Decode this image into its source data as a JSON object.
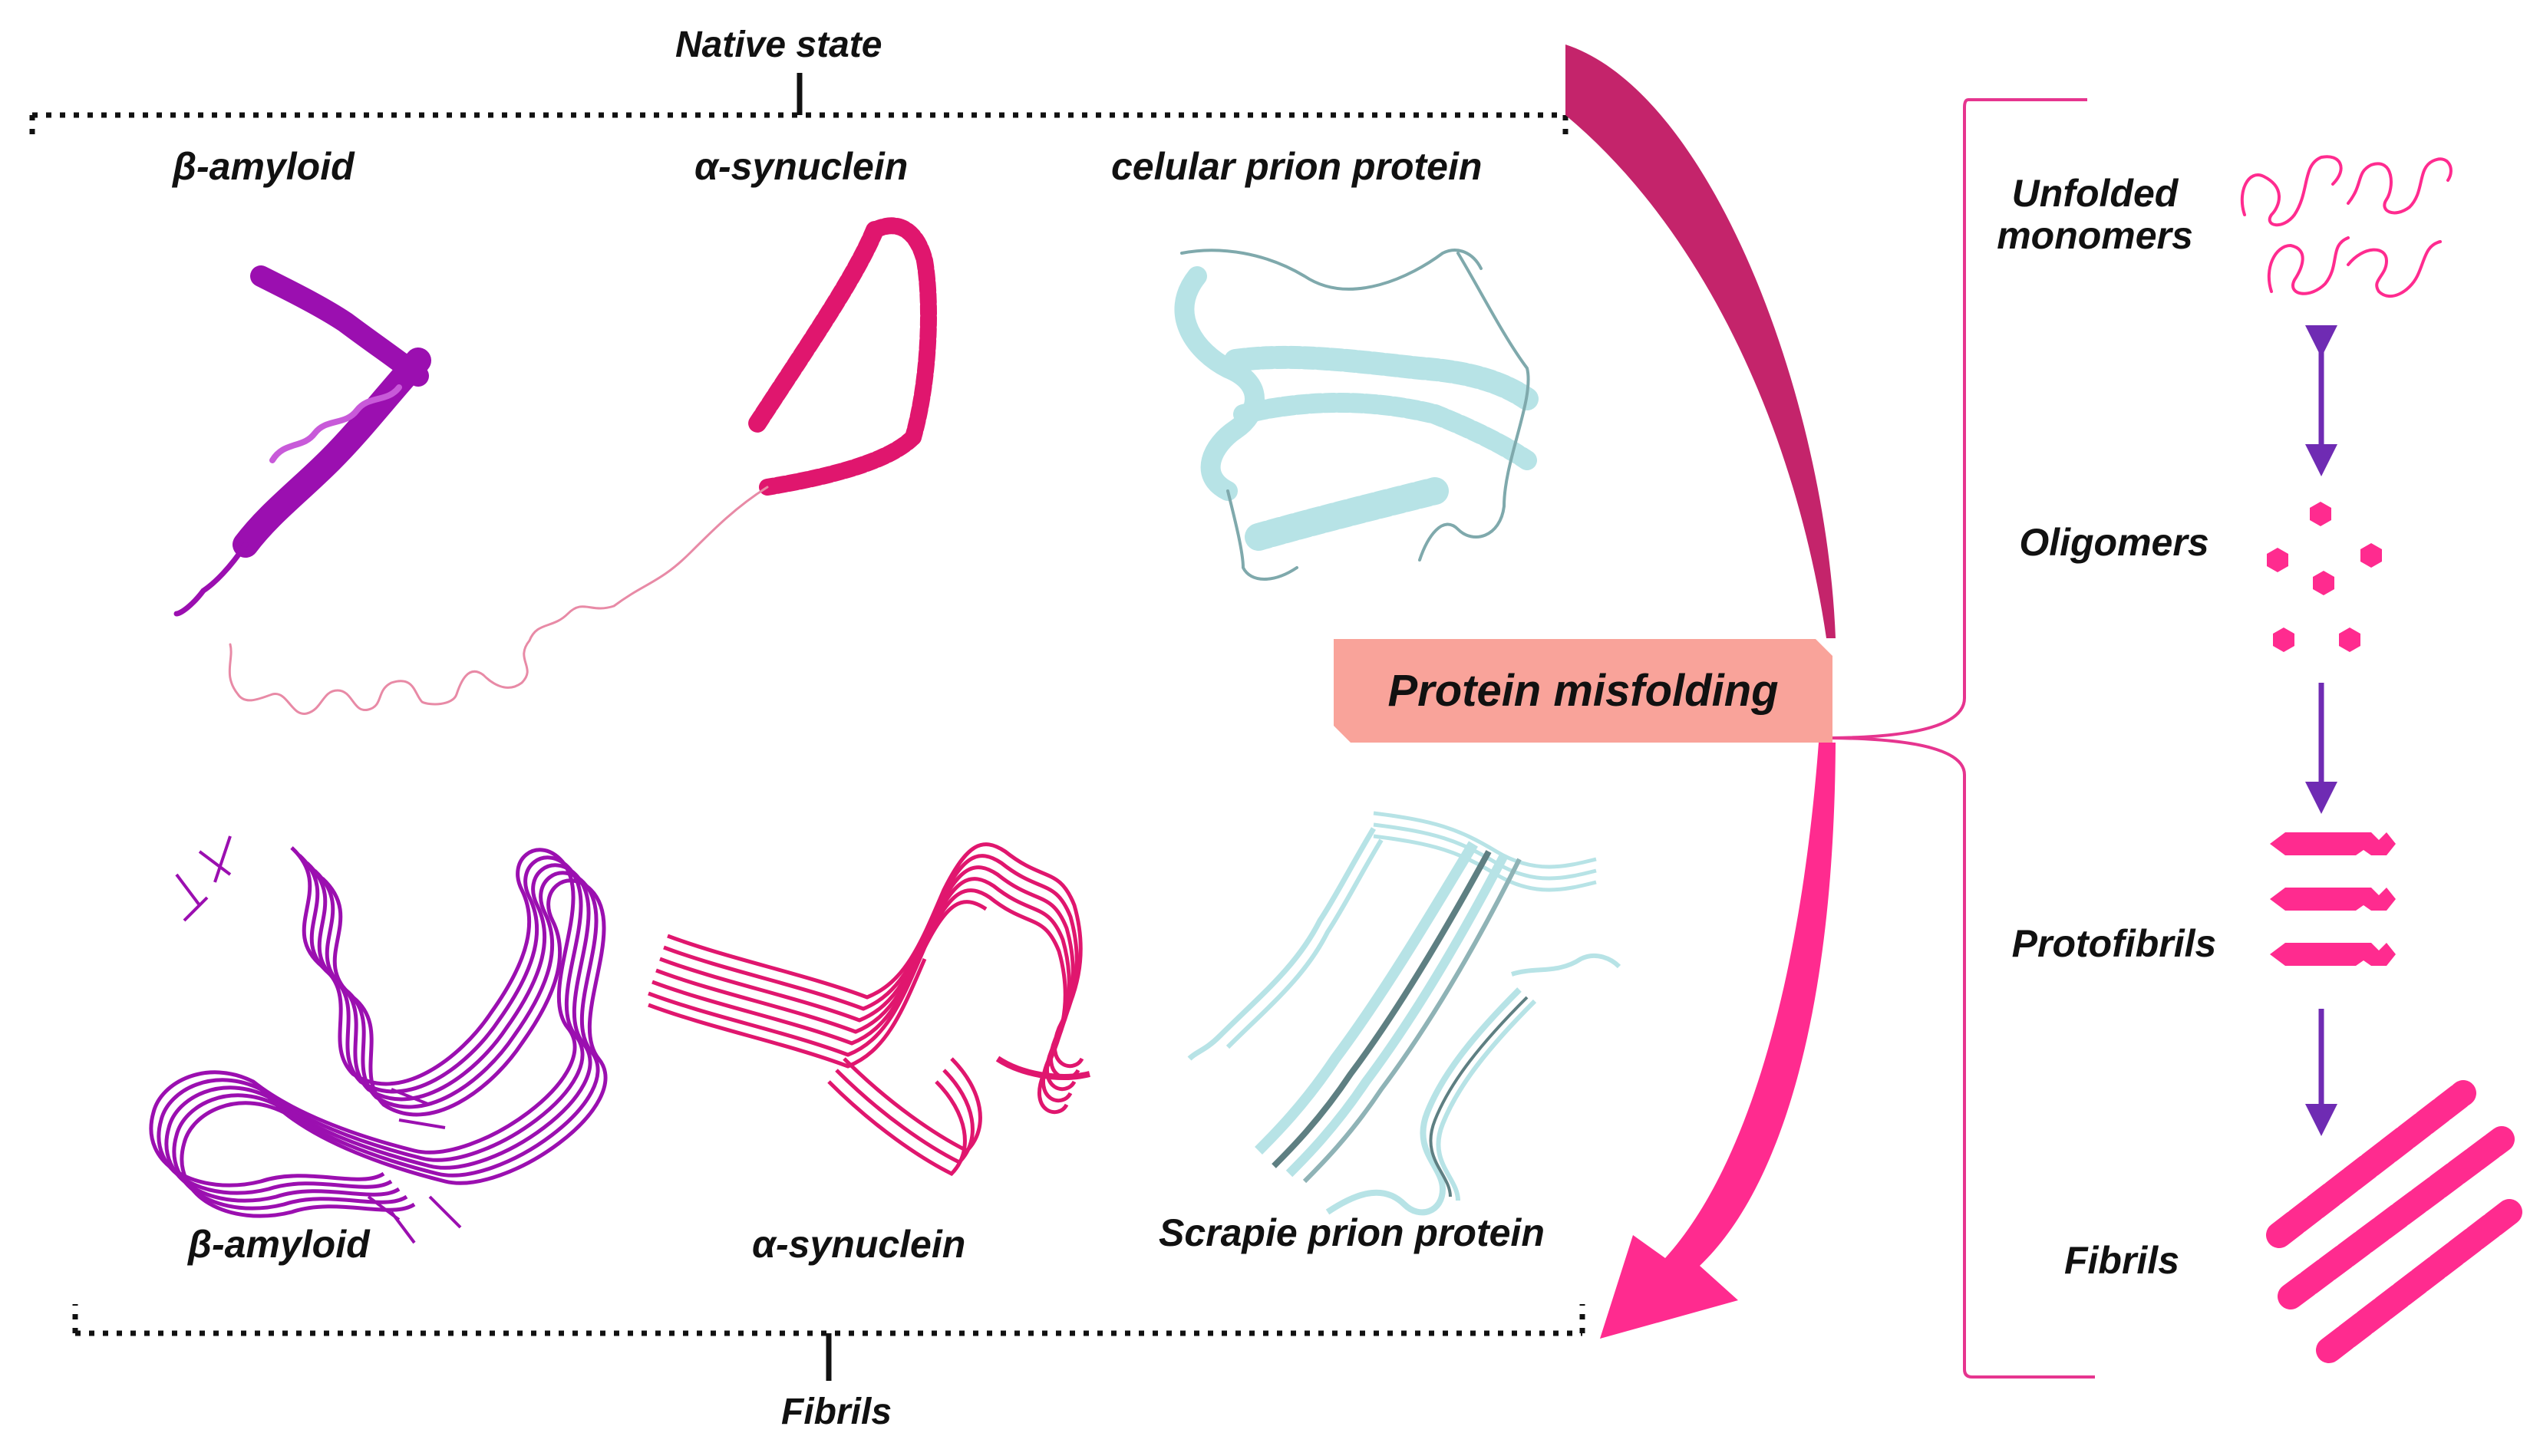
{
  "native_state": {
    "title": "Native state",
    "proteins": [
      "β-amyloid",
      "α-synuclein",
      "celular prion protein"
    ]
  },
  "fibrils_state": {
    "title": "Fibrils",
    "proteins": [
      "β-amyloid",
      "α-synuclein",
      "Scrapie prion protein"
    ]
  },
  "process": {
    "label": "Protein misfolding"
  },
  "stages": [
    {
      "label": "Unfolded monomers",
      "line1": "Unfolded",
      "line2": "monomers"
    },
    {
      "label": "Oligomers"
    },
    {
      "label": "Protofibrils"
    },
    {
      "label": "Fibrils"
    }
  ],
  "colors": {
    "amyloid": "#9b0fb0",
    "synuclein": "#e0166e",
    "prion": "#b7e3e6",
    "prion_dark": "#5e7f82",
    "arrow_top": "#c4246b",
    "arrow_bottom": "#ff2b8f",
    "box": "#f9a39a",
    "brace": "#e6358f",
    "hexagon": "#ff2b8f",
    "stage_arrow": "#6f2bb3"
  }
}
